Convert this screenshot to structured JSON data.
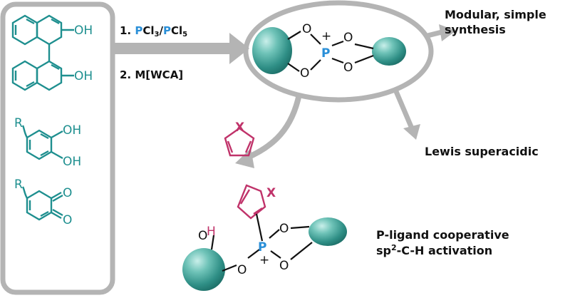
{
  "steps": {
    "step1_num": "1.",
    "step1_p1": "P",
    "step1_mid": "Cl",
    "step1_sub1": "3",
    "step1_sep": "/",
    "step1_p2": "P",
    "step1_cl2": "Cl",
    "step1_sub2": "5",
    "step2": "2. M[WCA]"
  },
  "outcomes": {
    "modular_line1": "Modular, simple",
    "modular_line2": "synthesis",
    "lewis": "Lewis superacidic",
    "coop_line1": "P-ligand cooperative",
    "coop_line2_a": "sp",
    "coop_line2_sup": "2",
    "coop_line2_b": "-C-H activation"
  },
  "atoms": {
    "oh": "OH",
    "o": "O",
    "r": "R",
    "p": "P",
    "plus": "+",
    "x": "X",
    "h": "H"
  },
  "colors": {
    "teal": "#1e8f8f",
    "blue": "#2a8fd8",
    "pink": "#c0336a",
    "arrow_gray": "#b4b4b4"
  }
}
